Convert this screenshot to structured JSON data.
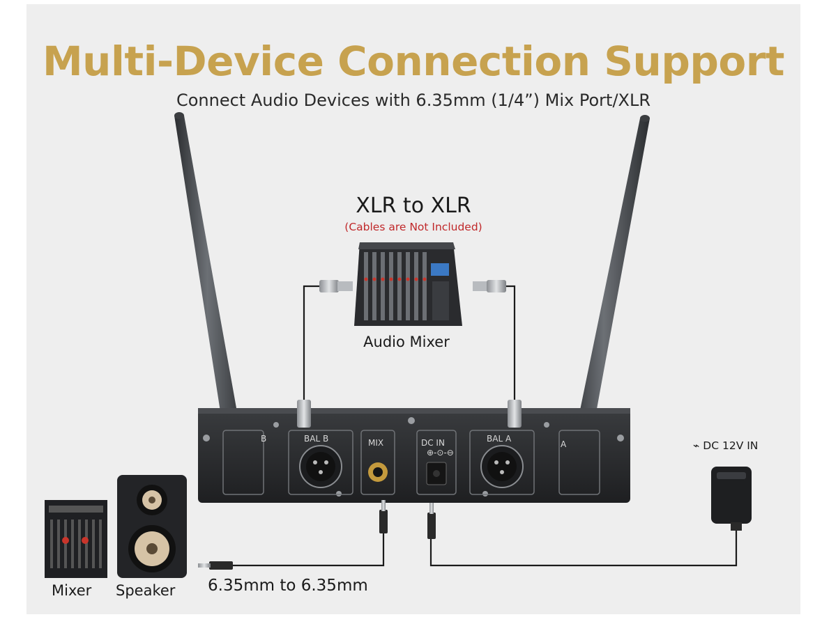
{
  "heading": {
    "title": "Multi-Device Connection Support",
    "subtitle": "Connect Audio Devices with 6.35mm (1/4”) Mix Port/XLR"
  },
  "xlr": {
    "title": "XLR to XLR",
    "note": "(Cables are Not Included)"
  },
  "devices": {
    "audio_mixer": "Audio Mixer",
    "mixer": "Mixer",
    "speaker": "Speaker"
  },
  "power": {
    "label": "DC 12V IN",
    "icon": "plug-icon"
  },
  "cable": {
    "label": "6.35mm to 6.35mm"
  },
  "receiver_ports": {
    "left_edge": "B",
    "bal_b": "BAL B",
    "mix": "MIX",
    "dc_in": "DC IN",
    "bal_a": "BAL A",
    "right_edge": "A"
  },
  "colors": {
    "title": "#c7a24f",
    "note": "#c0282a",
    "background": "#eeeeee"
  }
}
